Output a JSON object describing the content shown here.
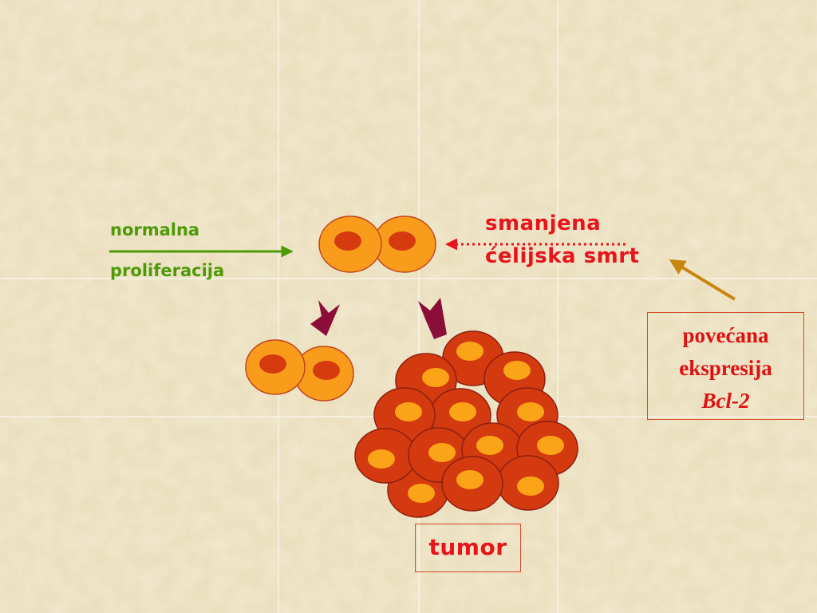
{
  "labels": {
    "normal_line1": "normalna",
    "normal_line2": "proliferacija",
    "reduced_line1": "smanjena",
    "reduced_line2": "ćelijska smrt",
    "bcl_line1": "povećana",
    "bcl_line2": "ekspresija",
    "bcl_line3": "Bcl-2",
    "tumor": "tumor"
  },
  "colors": {
    "normal_text": "#4e9a06",
    "red_text": "#e8141b",
    "normal_cell_fill": "#f99c1c",
    "normal_cell_nucleus": "#d63b0f",
    "tumor_cell_fill": "#d43a10",
    "tumor_cell_nucleus": "#fba418",
    "division_arrow": "#8b0e3a",
    "bcl_arrow": "#c8860e",
    "background": "#eadfbf"
  }
}
